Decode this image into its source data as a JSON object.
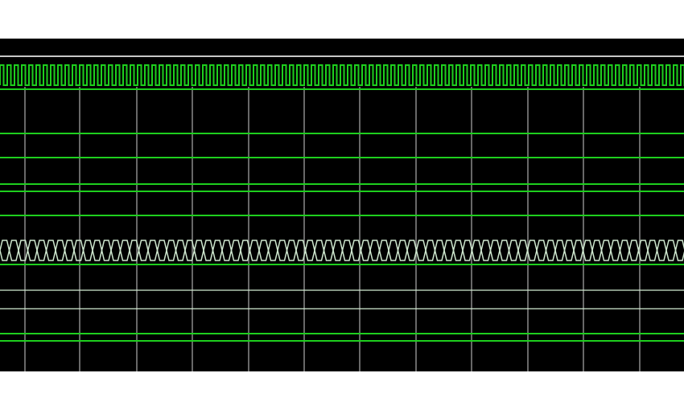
{
  "viewer": {
    "background": "#000000",
    "border_color": "#c8c8c8",
    "grid_color": "#8a8a8a",
    "signal_color": "#1ecf1e",
    "bus_color": "#cfe8cf"
  },
  "signals": [
    {
      "type": "clock",
      "level": "toggling"
    },
    {
      "type": "wire",
      "level": "low"
    },
    {
      "type": "wire",
      "level": "low"
    },
    {
      "type": "wire",
      "level": "low"
    },
    {
      "type": "wire",
      "level": "low"
    },
    {
      "type": "wire",
      "level": "low"
    },
    {
      "type": "bus",
      "level": "toggling"
    },
    {
      "type": "wire",
      "level": "low"
    },
    {
      "type": "wire",
      "level": "low"
    },
    {
      "type": "wire",
      "level": "low"
    },
    {
      "type": "wire",
      "level": "low"
    }
  ]
}
